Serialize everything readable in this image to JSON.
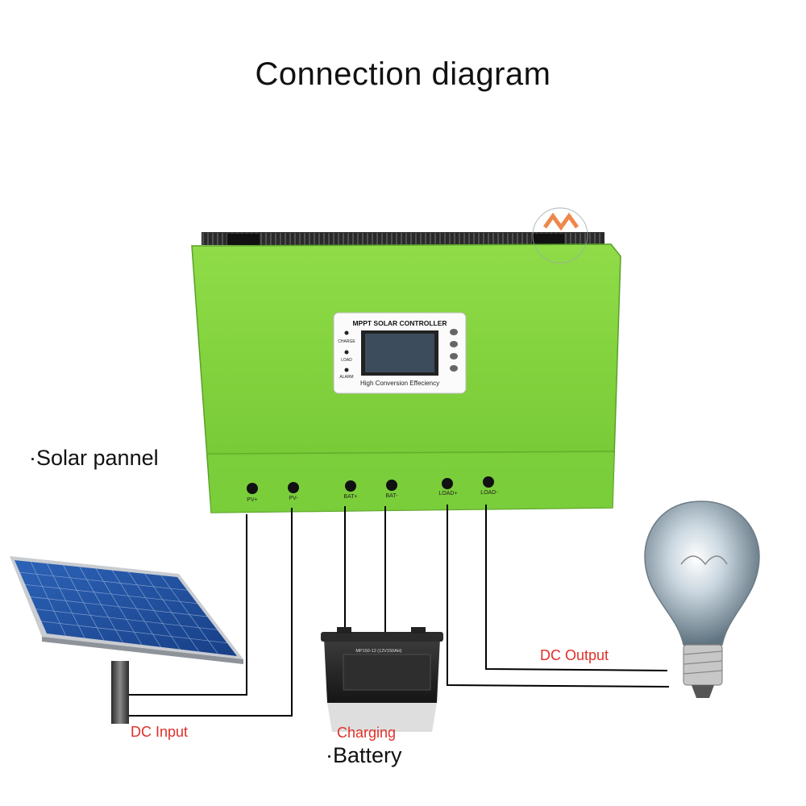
{
  "title": "Connection diagram",
  "labels": {
    "solar_panel": "·Solar pannel",
    "battery": "·Battery",
    "dc_input": "DC Input",
    "charging": "Charging",
    "dc_output": "DC Output"
  },
  "controller": {
    "panel_title": "MPPT SOLAR CONTROLLER",
    "panel_subtitle": "High Conversion Effeciency",
    "indicators": [
      "CHARGE",
      "LOAD",
      "ALARM"
    ],
    "terminals": [
      "PV+",
      "PV-",
      "BAT+",
      "BAT-",
      "LOAD+",
      "LOAD-"
    ]
  },
  "battery_label": "MP150-12 (12V150AH)",
  "colors": {
    "controller_green": "#7ed13b",
    "label_red": "#e0302a",
    "wire": "#000000",
    "panel_blue": "#1f4fa0"
  }
}
